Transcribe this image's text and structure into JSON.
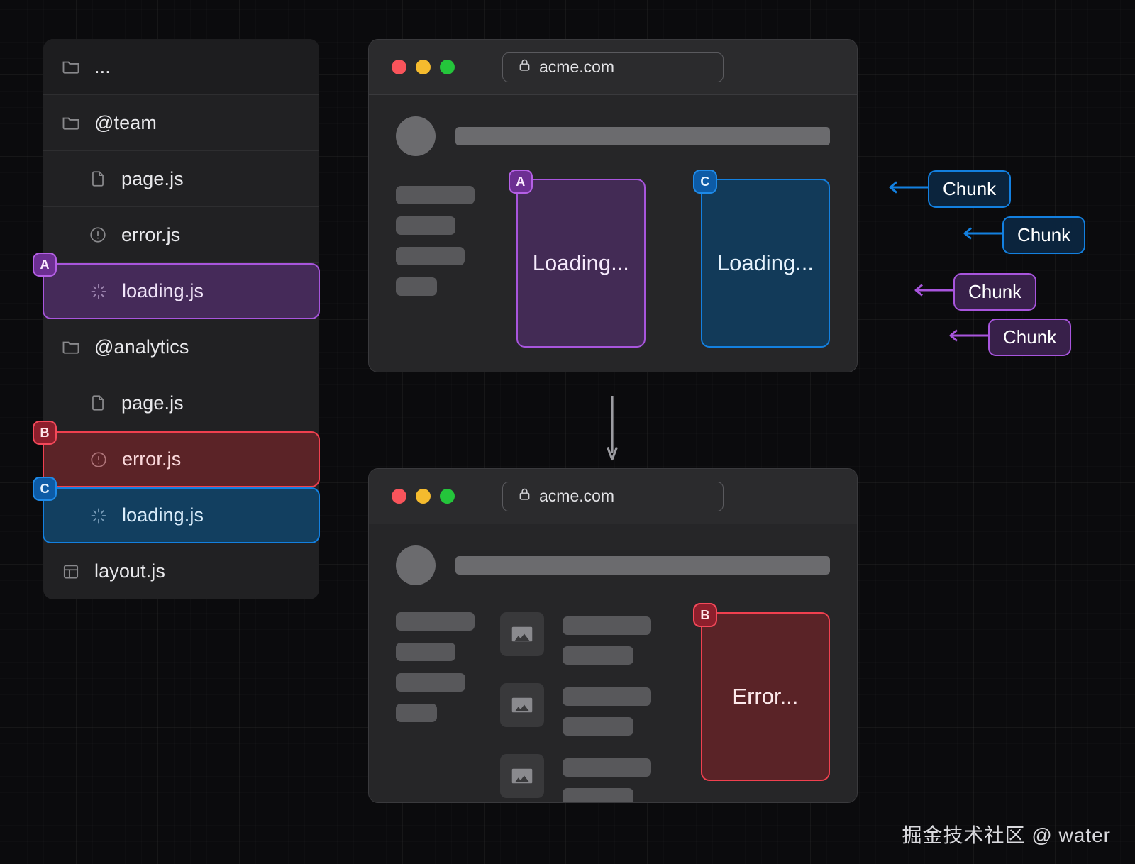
{
  "file_tree": {
    "name": "app-router-file-tree",
    "rows": [
      {
        "label": "...",
        "icon": "folder-icon",
        "indent": false,
        "highlight": "none",
        "badge": null
      },
      {
        "label": "@team",
        "icon": "folder-icon",
        "indent": false,
        "highlight": "none",
        "badge": null
      },
      {
        "label": "page.js",
        "icon": "file-icon",
        "indent": true,
        "highlight": "none",
        "badge": null
      },
      {
        "label": "error.js",
        "icon": "alert-icon",
        "indent": true,
        "highlight": "none",
        "badge": null
      },
      {
        "label": "loading.js",
        "icon": "spinner-icon",
        "indent": true,
        "highlight": "purple",
        "badge": "A"
      },
      {
        "label": "@analytics",
        "icon": "folder-icon",
        "indent": false,
        "highlight": "none",
        "badge": null
      },
      {
        "label": "page.js",
        "icon": "file-icon",
        "indent": true,
        "highlight": "none",
        "badge": null
      },
      {
        "label": "error.js",
        "icon": "alert-icon",
        "indent": true,
        "highlight": "red",
        "badge": "B"
      },
      {
        "label": "loading.js",
        "icon": "spinner-icon",
        "indent": true,
        "highlight": "blue",
        "badge": "C"
      },
      {
        "label": "layout.js",
        "icon": "layout-icon",
        "indent": false,
        "highlight": "none",
        "badge": null
      }
    ]
  },
  "browser_top": {
    "name": "browser-window-loading-state",
    "url": "acme.com",
    "lock_icon": "lock-icon",
    "traffic_lights": [
      "close-red",
      "minimize-yellow",
      "maximize-green"
    ],
    "skeleton_bar_widths": [
      "100%",
      "76%",
      "88%",
      "52%"
    ],
    "panels": [
      {
        "badge": "A",
        "label": "Loading...",
        "color": "purple",
        "accent": "#a855dd"
      },
      {
        "badge": "C",
        "label": "Loading...",
        "color": "blue",
        "accent": "#1380e0"
      }
    ]
  },
  "browser_bottom": {
    "name": "browser-window-error-state",
    "url": "acme.com",
    "lock_icon": "lock-icon",
    "traffic_lights": [
      "close-red",
      "minimize-yellow",
      "maximize-green"
    ],
    "skeleton_bar_widths": [
      "100%",
      "76%",
      "88%",
      "52%"
    ],
    "media_rows": [
      {
        "icon": "image-placeholder-icon",
        "line_widths": [
          "125px",
          "100px"
        ]
      },
      {
        "icon": "image-placeholder-icon",
        "line_widths": [
          "125px",
          "100px"
        ]
      },
      {
        "icon": "image-placeholder-icon",
        "line_widths": [
          "125px",
          "100px"
        ]
      }
    ],
    "panel": {
      "badge": "B",
      "label": "Error...",
      "color": "red",
      "accent": "#f0404f"
    }
  },
  "flow": {
    "arrow_icon": "arrow-down-icon"
  },
  "chunks": [
    {
      "label": "Chunk",
      "color": "blue",
      "accent": "#1380e0",
      "arrow_icon": "arrow-left-icon"
    },
    {
      "label": "Chunk",
      "color": "blue",
      "accent": "#1380e0",
      "arrow_icon": "arrow-left-icon"
    },
    {
      "label": "Chunk",
      "color": "purple",
      "accent": "#a855dd",
      "arrow_icon": "arrow-left-icon"
    },
    {
      "label": "Chunk",
      "color": "purple",
      "accent": "#a855dd",
      "arrow_icon": "arrow-left-icon"
    }
  ],
  "watermark": {
    "text": "掘金技术社区 @ water"
  },
  "colors": {
    "background": "#0b0b0d",
    "panel": "#212123",
    "browser_chrome": "#2b2b2d",
    "browser_body": "#262628",
    "purple": "#a855dd",
    "blue": "#1380e0",
    "red": "#f0404f",
    "skeleton": "#58585b"
  }
}
